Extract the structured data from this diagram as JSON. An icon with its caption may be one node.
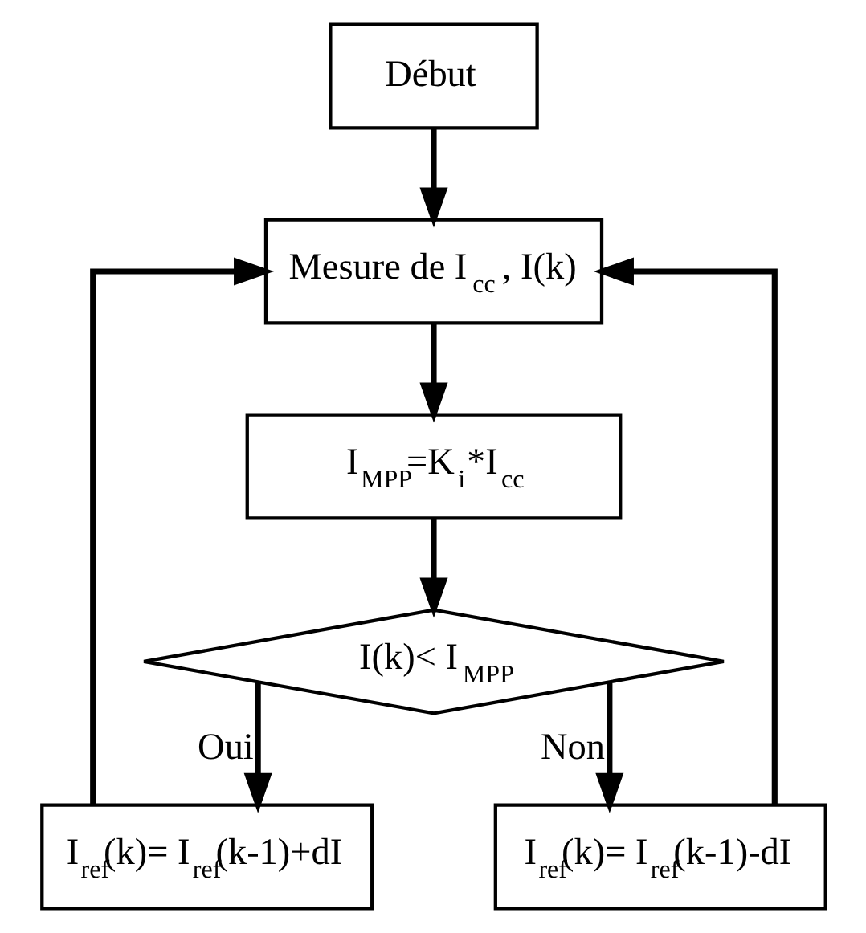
{
  "diagram": {
    "nodes": [
      {
        "text": [
          "Début"
        ]
      },
      {
        "text": [
          "Mesure de I$_{cc}$ , I(k)"
        ]
      },
      {
        "text": [
          "I$_{MPP}$=K$_{i}$*I$_{cc}$"
        ]
      },
      {
        "text": [
          "I(k)< I$_{MPP}$"
        ]
      },
      {
        "text": [
          "I$_{ref}$(k)= I$_{ref}$(k-1)+dI"
        ]
      },
      {
        "text": [
          "I$_{ref}$(k)= I$_{ref}$(k-1)-dI"
        ]
      }
    ],
    "edges": [
      {
        "from": 0,
        "to": 1,
        "arrow": "to"
      },
      {
        "from": 1,
        "to": 2,
        "arrow": "to"
      },
      {
        "from": 2,
        "to": 3,
        "arrow": "to"
      },
      {
        "from": 3,
        "to": 4,
        "arrow": "to",
        "label": "Oui"
      },
      {
        "from": 3,
        "to": 5,
        "arrow": "to",
        "label": "Non"
      },
      {
        "from": 4,
        "to": 1,
        "arrow": "to"
      },
      {
        "from": 5,
        "to": 1,
        "arrow": "to"
      }
    ]
  }
}
